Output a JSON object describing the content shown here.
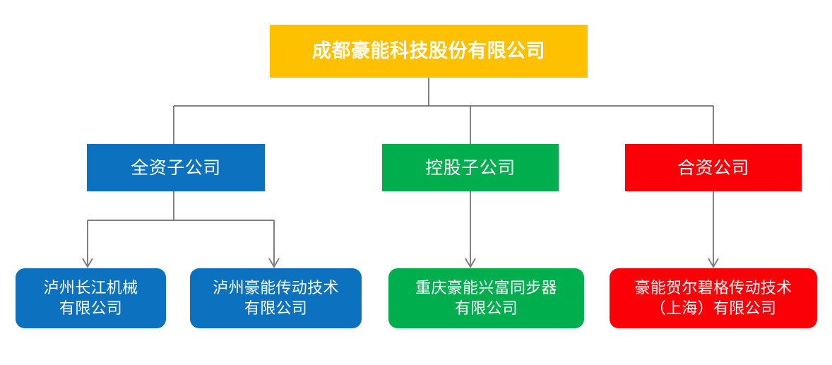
{
  "diagram": {
    "type": "organization-chart",
    "title_node": {
      "label": "成都豪能科技股份有限公司",
      "color": "#FFC000",
      "text_color": "#FFFFFF"
    },
    "categories": [
      {
        "id": "wholly-owned",
        "label": "全资子公司",
        "color": "#0C72BF",
        "text_color": "#FFFFFF"
      },
      {
        "id": "holding",
        "label": "控股子公司",
        "color": "#00AE4D",
        "text_color": "#FFFFFF"
      },
      {
        "id": "joint-venture",
        "label": "合资公司",
        "color": "#FB0007",
        "text_color": "#FFFFFF"
      }
    ],
    "subsidiaries": [
      {
        "id": "luzhou-changjiang",
        "parent": "wholly-owned",
        "label": "泸州长江机械\n有限公司",
        "color": "#0C72BF",
        "text_color": "#FFFFFF"
      },
      {
        "id": "luzhou-haoneng",
        "parent": "wholly-owned",
        "label": "泸州豪能传动技术\n有限公司",
        "color": "#0C72BF",
        "text_color": "#FFFFFF"
      },
      {
        "id": "chongqing-xingfu",
        "parent": "holding",
        "label": "重庆豪能兴富同步器\n有限公司",
        "color": "#00AE4D",
        "text_color": "#FFFFFF"
      },
      {
        "id": "haoneng-hoerbiger",
        "parent": "joint-venture",
        "label": "豪能贺尔碧格传动技术\n（上海）有限公司",
        "color": "#FB0007",
        "text_color": "#FFFFFF"
      }
    ],
    "connector_color": "#808080",
    "connector_width": 2
  }
}
